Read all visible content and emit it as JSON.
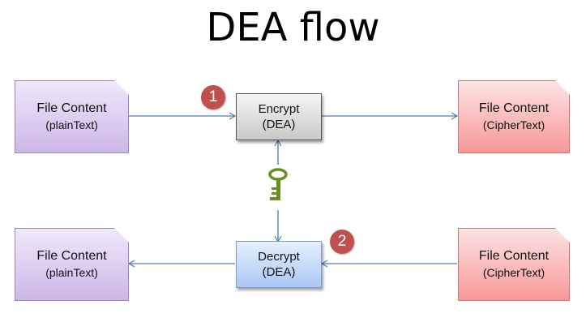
{
  "title": "DEA flow",
  "nodes": {
    "plain_top": {
      "line1": "File Content",
      "line2": "(plainText)"
    },
    "encrypt": {
      "line1": "Encrypt",
      "line2": "(DEA)"
    },
    "cipher_top": {
      "line1": "File Content",
      "line2": "(CipherText)"
    },
    "plain_bottom": {
      "line1": "File Content",
      "line2": "(plainText)"
    },
    "decrypt": {
      "line1": "Decrypt",
      "line2": "(DEA)"
    },
    "cipher_bottom": {
      "line1": "File Content",
      "line2": "(CipherText)"
    }
  },
  "badges": {
    "step1": "1",
    "step2": "2"
  },
  "icons": {
    "key": "key-icon"
  },
  "colors": {
    "arrow": "#4a7ebb",
    "key": "#6b8e23",
    "badge": "#c0504d"
  }
}
